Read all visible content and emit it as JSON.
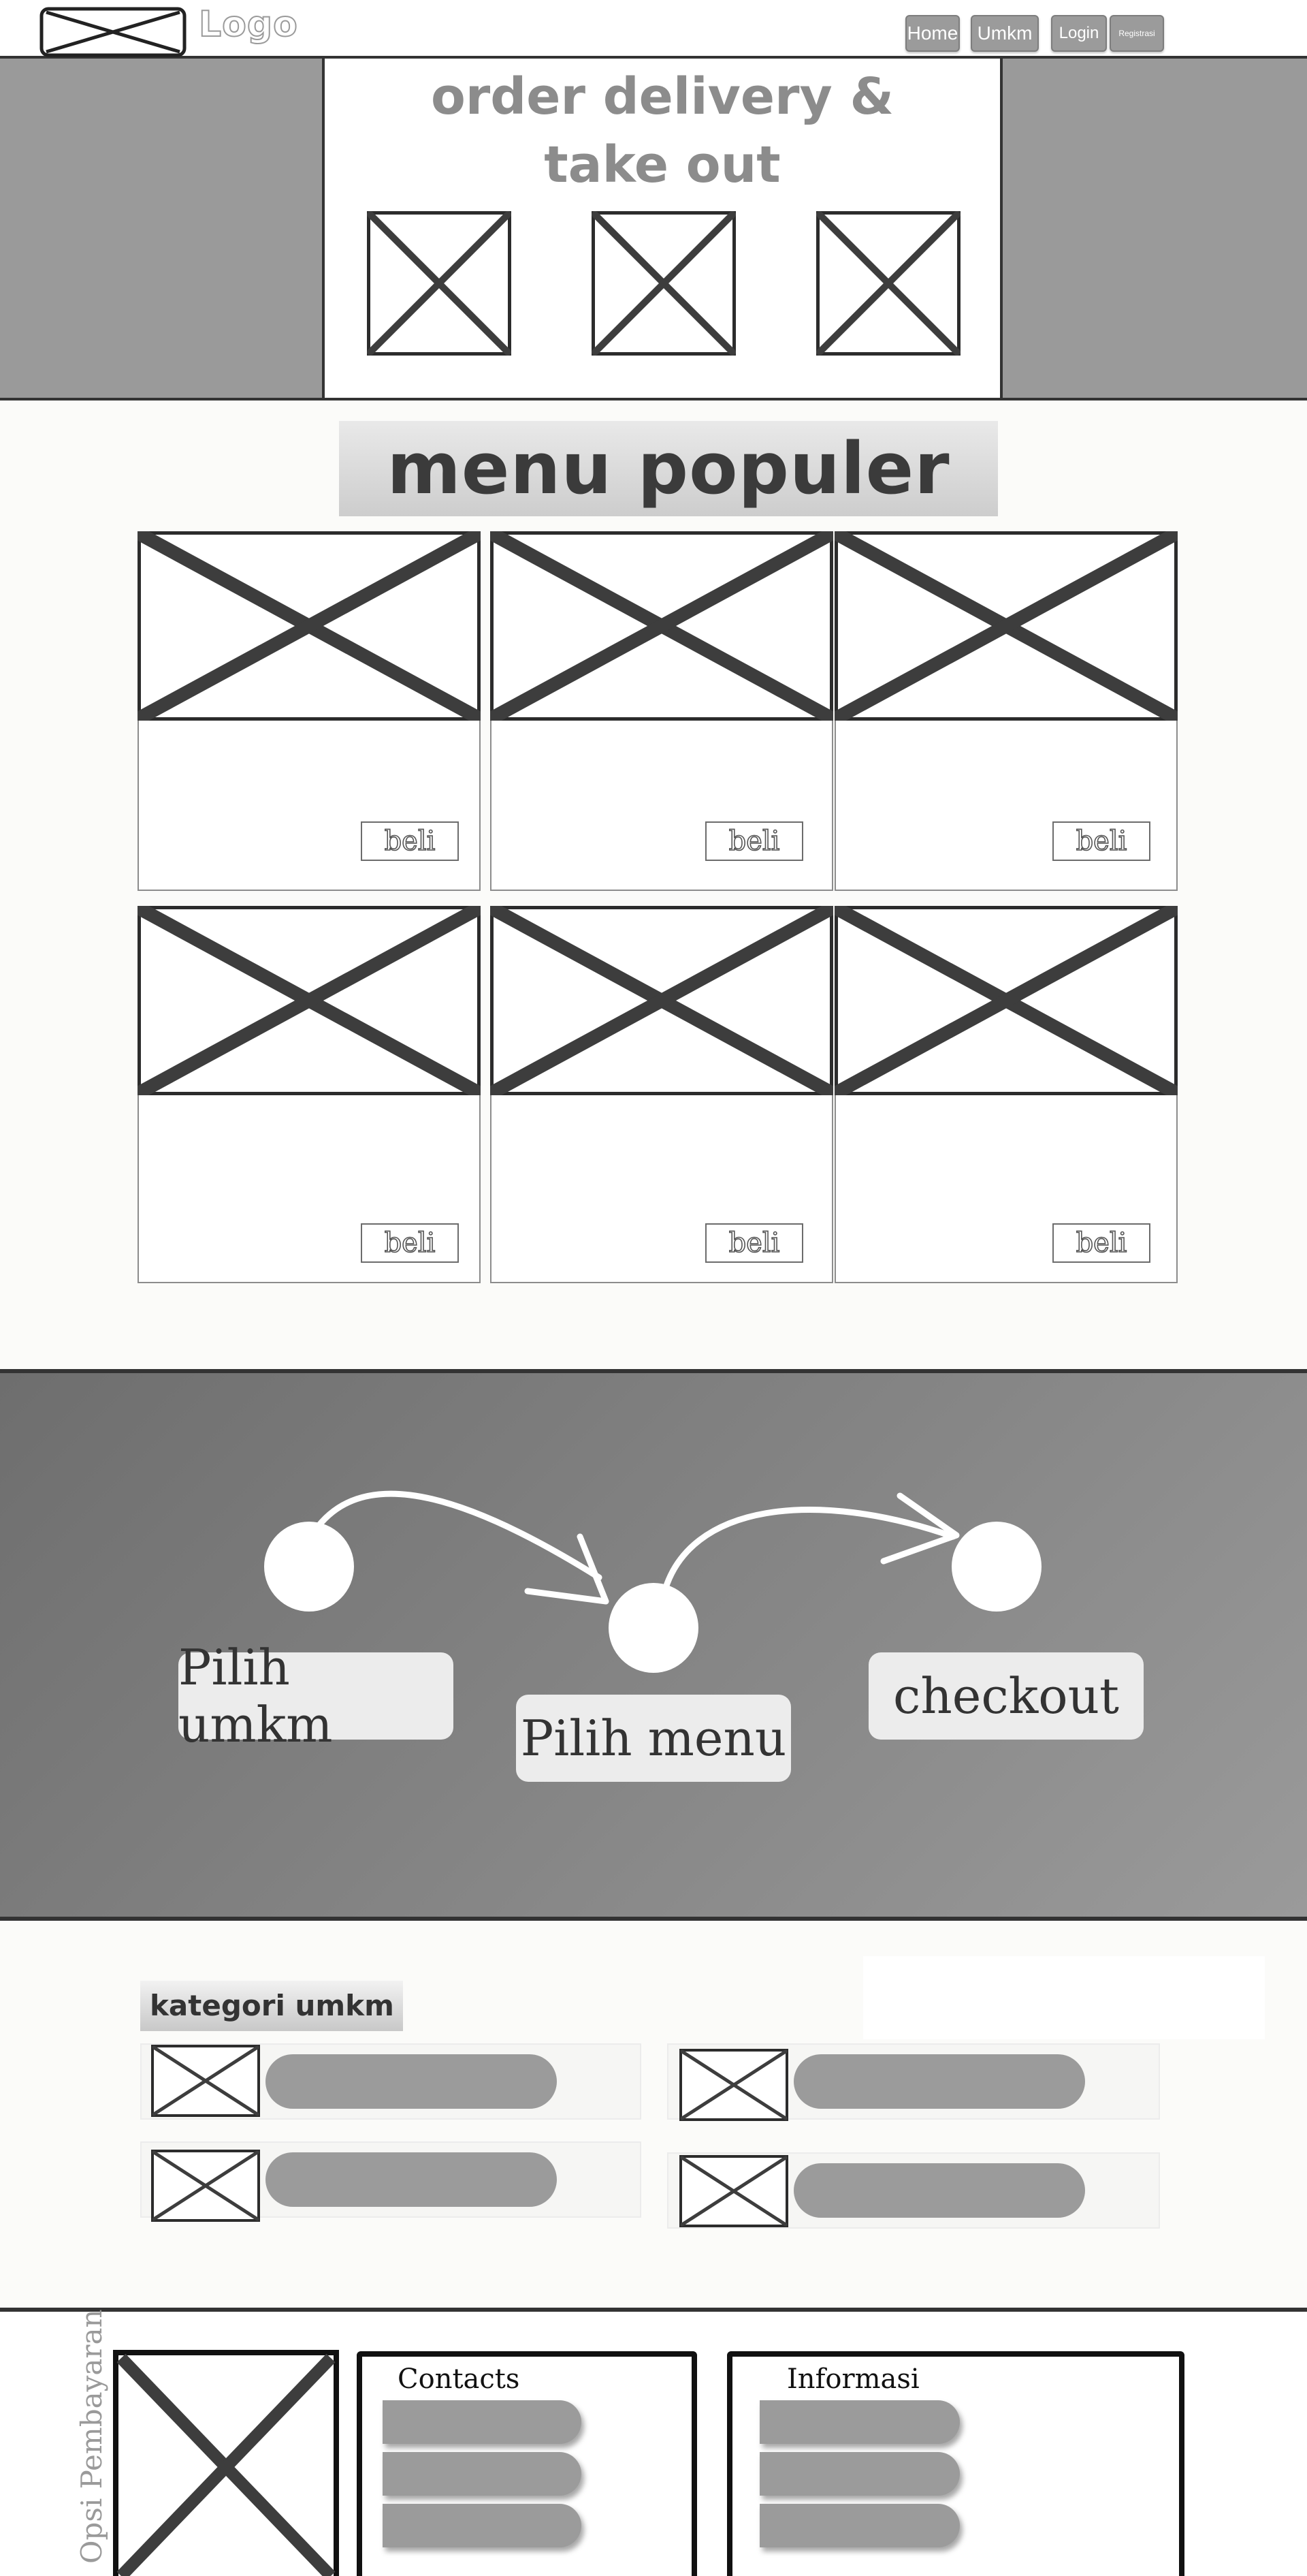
{
  "header": {
    "logo_text": "Logo",
    "nav": [
      {
        "label": "Home"
      },
      {
        "label": "Umkm"
      },
      {
        "label": "Login"
      },
      {
        "label": "Registrasi"
      }
    ]
  },
  "hero": {
    "title_line1": "order delivery &",
    "title_line2": "take out"
  },
  "menu": {
    "title": "menu populer",
    "cards": [
      {
        "button_label": "beli"
      },
      {
        "button_label": "beli"
      },
      {
        "button_label": "beli"
      },
      {
        "button_label": "beli"
      },
      {
        "button_label": "beli"
      },
      {
        "button_label": "beli"
      }
    ]
  },
  "steps": {
    "items": [
      {
        "label": "Pilih umkm"
      },
      {
        "label": "Pilih menu"
      },
      {
        "label": "checkout"
      }
    ]
  },
  "kategori": {
    "title": "kategori umkm"
  },
  "footer": {
    "payment_label": "Opsi Pembayaran",
    "contacts_title": "Contacts",
    "info_title": "Informasi"
  },
  "colors": {
    "gray_mid": "#9a9a9a",
    "dark_line": "#333333",
    "x_stroke": "#3d3d3d",
    "background": "#fbfbf9"
  }
}
